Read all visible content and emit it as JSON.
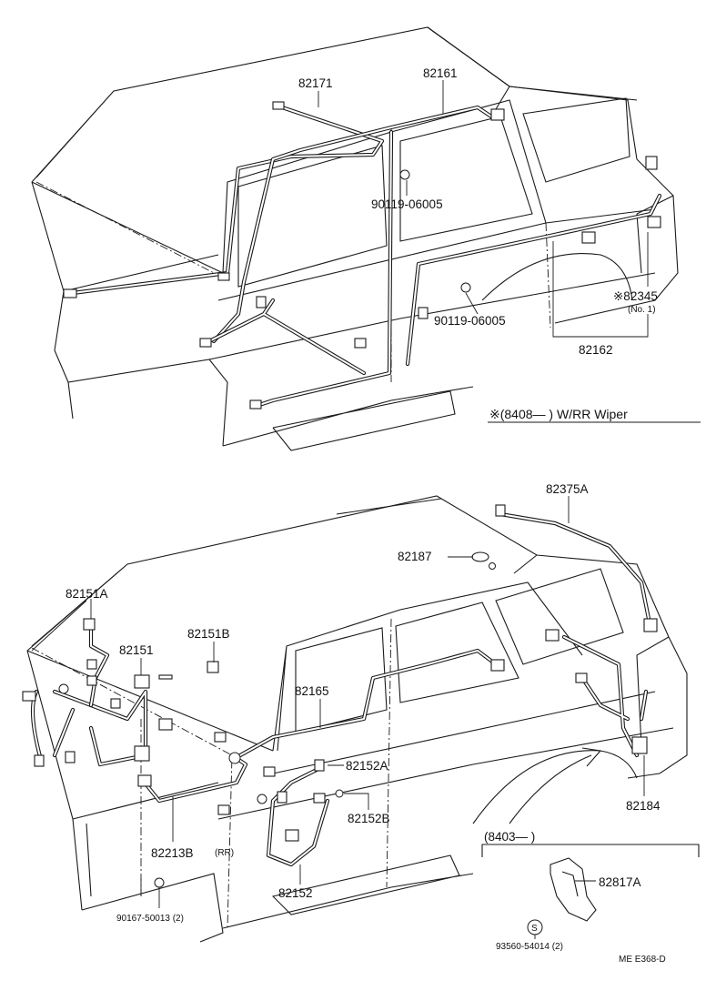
{
  "top_diagram": {
    "labels": {
      "p82171": "82171",
      "p82161": "82161",
      "bolt_upper": "90119-06005",
      "bolt_lower": "90119-06005",
      "p82345": "※82345",
      "p82345_note": "(No. 1)",
      "p82162": "82162"
    },
    "note": "※(8408—       ) W/RR Wiper"
  },
  "bottom_diagram": {
    "labels": {
      "p82375A": "82375A",
      "p82187": "82187",
      "p82151A": "82151A",
      "p82151": "82151",
      "p82151B": "82151B",
      "p82165": "82165",
      "p82152A": "82152A",
      "p82152B": "82152B",
      "p82184": "82184",
      "p82213B": "82213B",
      "rr_note": "(RR)",
      "p82152": "82152",
      "bolt_9016750013": "90167-50013 (2)",
      "inset_range": "(8403—        )",
      "p82817A": "82817A",
      "clip_9356054014": "93560-54014 (2)",
      "clip_symbol": "S"
    }
  },
  "footer": {
    "code": "ME   E368-D"
  }
}
